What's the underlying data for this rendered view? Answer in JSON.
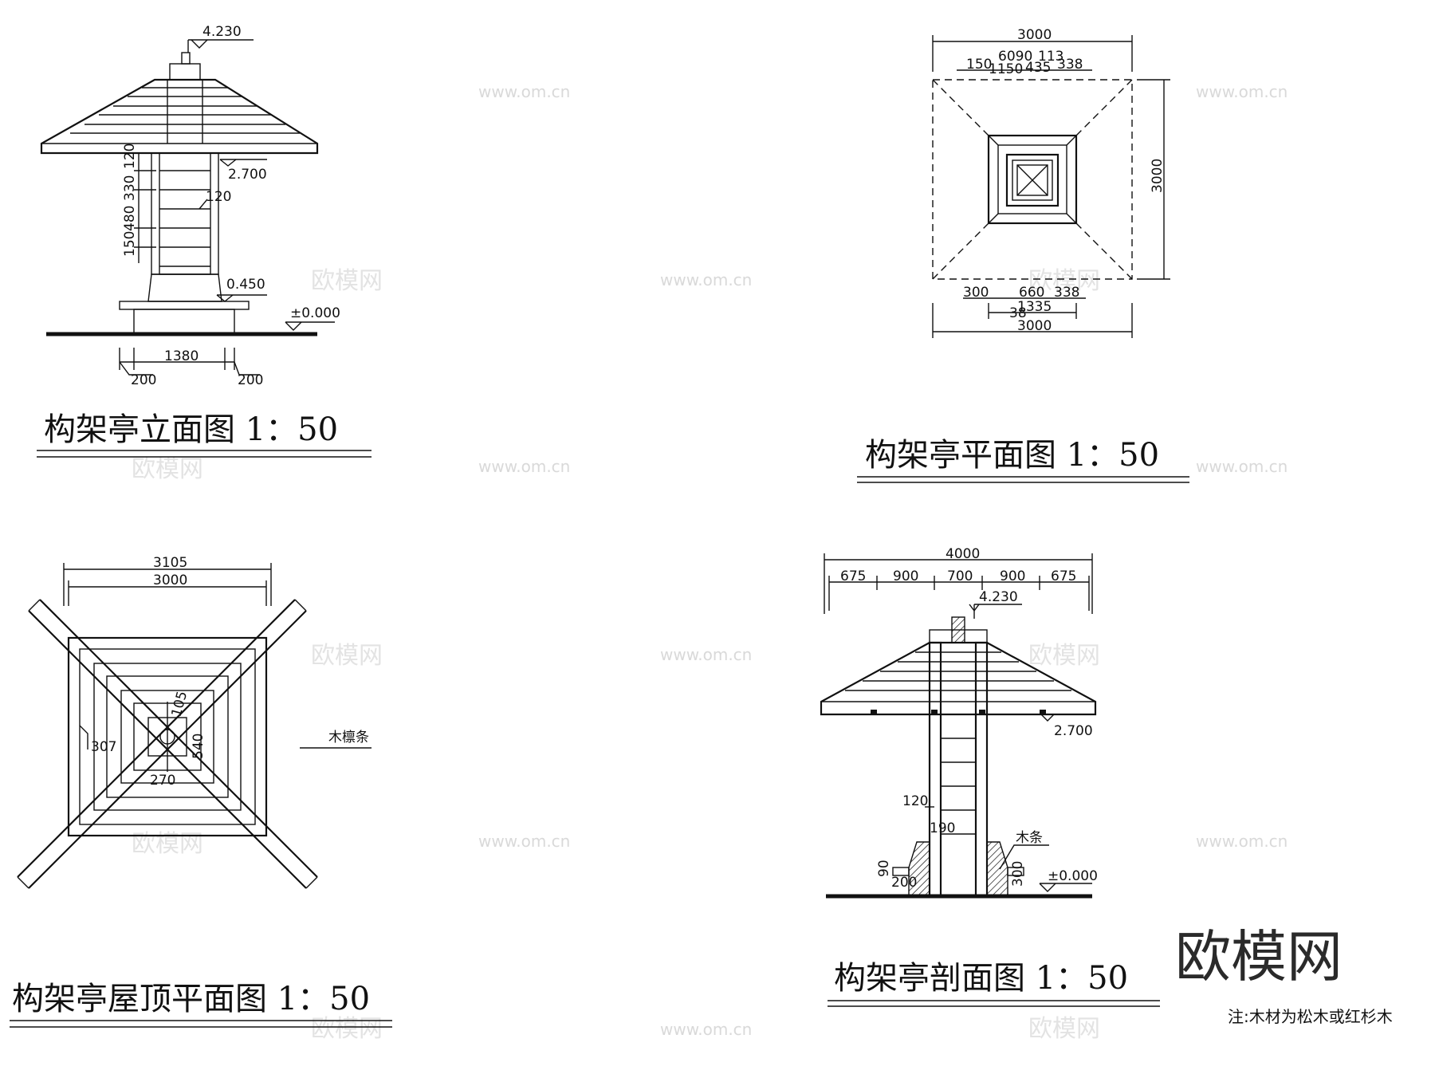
{
  "elevation": {
    "title": "构架亭立面图 1：50",
    "level_top": "4.230",
    "level_eave": "2.700",
    "level_seat": "0.450",
    "level_ground": "±0.000",
    "dim_120": "120",
    "dim_330": "330",
    "dim_120b": "120",
    "dim_480": "480",
    "dim_150": "150",
    "dim_1380": "1380",
    "dim_200_left": "200",
    "dim_200_right": "200"
  },
  "plan": {
    "title": "构架亭平面图 1：50",
    "dim_total_top": "3000",
    "dim_top_detail_a": "150",
    "dim_top_detail_b": "6090",
    "dim_top_detail_c": "113",
    "dim_top_detail_d": "1150",
    "dim_top_detail_e": "435",
    "dim_top_detail_f": "338",
    "dim_side": "3000",
    "dim_bottom_a": "300",
    "dim_bottom_b": "660",
    "dim_bottom_c": "338",
    "dim_bottom_d": "1335",
    "dim_bottom_e": "38",
    "dim_total_bottom": "3000"
  },
  "roof_plan": {
    "title": "构架亭屋顶平面图 1：50",
    "dim_3105": "3105",
    "dim_3000": "3000",
    "dim_307": "307",
    "dim_105": "105",
    "dim_540": "540",
    "dim_270": "270",
    "label_purlin": "木檩条"
  },
  "section": {
    "title": "构架亭剖面图 1：50",
    "dim_total": "4000",
    "dim_675_left": "675",
    "dim_900_left": "900",
    "dim_700": "700",
    "dim_900_right": "900",
    "dim_675_right": "675",
    "level_top": "4.230",
    "level_eave": "2.700",
    "level_ground": "±0.000",
    "dim_120": "120",
    "dim_190": "190",
    "dim_90": "90",
    "dim_200": "200",
    "dim_300": "300",
    "label_wood_strip": "木条"
  },
  "note": "注:木材为松木或红杉木",
  "brand": "欧模网",
  "watermark_url": "www.om.cn",
  "watermark_logo": "欧模网"
}
